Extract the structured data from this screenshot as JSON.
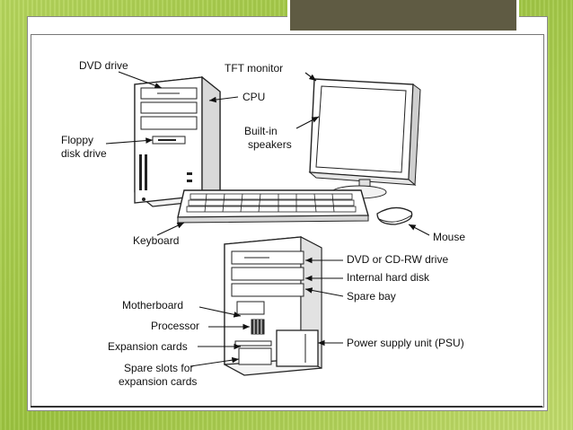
{
  "diagram": {
    "labels": {
      "dvd_drive": "DVD drive",
      "tft_monitor": "TFT monitor",
      "cpu": "CPU",
      "built_in_1": "Built-in",
      "built_in_2": "speakers",
      "floppy_1": "Floppy",
      "floppy_2": "disk drive",
      "keyboard": "Keyboard",
      "mouse": "Mouse",
      "dvd_cdrw": "DVD or CD-RW drive",
      "internal_hdd": "Internal hard disk",
      "spare_bay": "Spare bay",
      "motherboard": "Motherboard",
      "processor": "Processor",
      "expansion_cards": "Expansion cards",
      "psu": "Power supply unit (PSU)",
      "spare_slots_1": "Spare slots for",
      "spare_slots_2": "expansion cards"
    }
  },
  "colors": {
    "background": "#a9cf4f",
    "title_block": "#5f5b43",
    "panel": "#ffffff",
    "ink": "#111111"
  }
}
